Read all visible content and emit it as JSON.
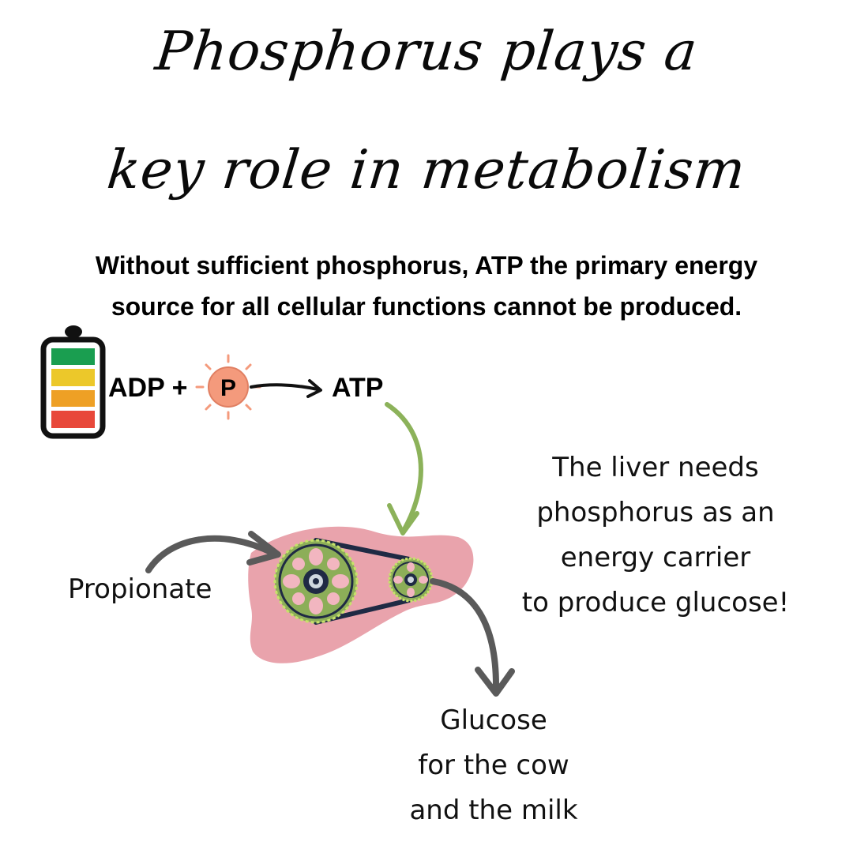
{
  "title": {
    "line1": "Phosphorus plays a",
    "line2": "key role in metabolism"
  },
  "subtitle": {
    "line1": "Without sufficient phosphorus, ATP the primary energy",
    "line2": "source for all cellular functions cannot be produced."
  },
  "equation": {
    "adp": "ADP +",
    "phosphate": "P",
    "atp": "ATP"
  },
  "labels": {
    "propionate": "Propionate",
    "liver_note": [
      "The liver needs",
      "phosphorus as an",
      "energy carrier",
      "to produce glucose!"
    ],
    "glucose": [
      "Glucose",
      "for the cow",
      "and the milk"
    ]
  },
  "battery": {
    "level_colors": [
      "#1a9e50",
      "#ecc82a",
      "#eea025",
      "#e8483a"
    ]
  },
  "colors": {
    "liver": "#e9a3ac",
    "gear": "#8cae58",
    "gear_outline": "#c7e26a",
    "arrow_green": "#8cb25a",
    "arrow_gray": "#5a5a5a",
    "phosphate": "#f49a7c"
  }
}
